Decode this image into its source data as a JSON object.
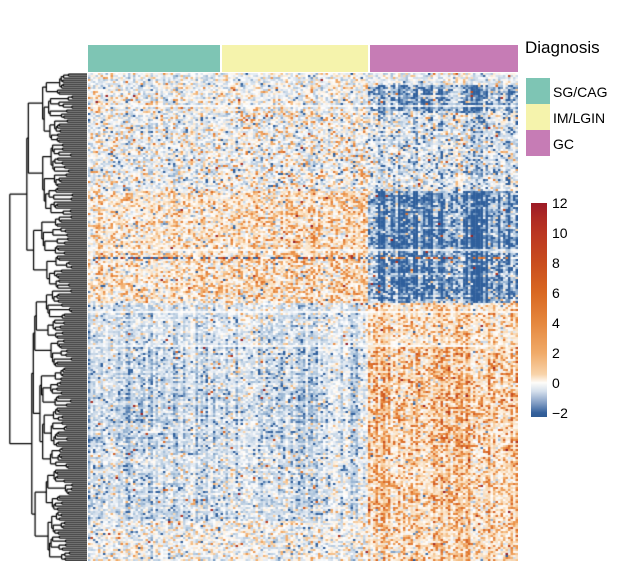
{
  "window": {
    "background": "#ffffff"
  },
  "legend": {
    "title": "Diagnosis",
    "items": [
      {
        "label": "SG/CAG",
        "color": "#7EC5B4"
      },
      {
        "label": "IM/LGIN",
        "color": "#F5F3AC"
      },
      {
        "label": "GC",
        "color": "#C67CB5"
      }
    ]
  },
  "colorbar": {
    "tick_labels": [
      "12",
      "10",
      "8",
      "6",
      "4",
      "2",
      "0",
      "−2"
    ],
    "tick_values": [
      12,
      10,
      8,
      6,
      4,
      2,
      0,
      -2
    ],
    "gradient_stops": [
      [
        0,
        "#9C1A27"
      ],
      [
        0.07,
        "#AE2A23"
      ],
      [
        0.14,
        "#BA3622"
      ],
      [
        0.28,
        "#C94D1E"
      ],
      [
        0.42,
        "#D96822"
      ],
      [
        0.56,
        "#E5873E"
      ],
      [
        0.7,
        "#F0AA68"
      ],
      [
        0.8,
        "#F8D3A9"
      ],
      [
        0.84,
        "#FEFCF9"
      ],
      [
        0.88,
        "#D4DFEC"
      ],
      [
        0.94,
        "#7A97C0"
      ],
      [
        0.98,
        "#35619C"
      ],
      [
        1,
        "#2F5B94"
      ]
    ]
  },
  "chart_data": {
    "type": "heatmap",
    "title": "",
    "legend_title": "Diagnosis",
    "value_range": [
      -2,
      12
    ],
    "zero_color": "#FFFFFF",
    "rows": 244,
    "cols": 172,
    "seed": 1337,
    "row_dendrogram": {
      "side": "left",
      "leaves": 244,
      "color": "#000000"
    },
    "col_groups": [
      {
        "name": "SG/CAG",
        "color": "#7EC5B4",
        "fc0": 0.0,
        "fc1": 0.31
      },
      {
        "name": "IM/LGIN",
        "color": "#F5F3AC",
        "fc0": 0.31,
        "fc1": 0.654
      },
      {
        "name": "GC",
        "color": "#C67CB5",
        "fc0": 0.654,
        "fc1": 1.0
      }
    ],
    "colormap": {
      "pos_max": 12,
      "neg_max": 3,
      "pos": [
        [
          0,
          "#FFFFFF"
        ],
        [
          0.08,
          "#FAE5CB"
        ],
        [
          0.22,
          "#F5BE85"
        ],
        [
          0.38,
          "#EC954C"
        ],
        [
          0.55,
          "#DE7029"
        ],
        [
          0.72,
          "#C84E1E"
        ],
        [
          0.88,
          "#AC3020"
        ],
        [
          1,
          "#8F1A25"
        ]
      ],
      "neg": [
        [
          0,
          "#FFFFFF"
        ],
        [
          0.18,
          "#DCE5EF"
        ],
        [
          0.45,
          "#A9C2DB"
        ],
        [
          0.75,
          "#5C84B4"
        ],
        [
          1,
          "#2F5F9C"
        ]
      ]
    },
    "zones": [
      {
        "r0": 0.0,
        "r1": 0.025,
        "g": [
          {
            "b": -0.3,
            "s": 1.1,
            "po": 0.15,
            "oa": 3.5,
            "pb": 0.02,
            "ba": 1.5
          },
          {
            "b": -0.25,
            "s": 1.1,
            "po": 0.16,
            "oa": 3.5,
            "pb": 0.02,
            "ba": 1.5
          },
          {
            "b": -0.3,
            "s": 1.1,
            "po": 0.12,
            "oa": 3.0,
            "pb": 0.03,
            "ba": 1.5
          }
        ]
      },
      {
        "r0": 0.025,
        "r1": 0.08,
        "g": [
          {
            "b": -0.2,
            "s": 1.3,
            "po": 0.15,
            "oa": 4.0,
            "pb": 0.04,
            "ba": 1.5
          },
          {
            "b": -0.15,
            "s": 1.3,
            "po": 0.16,
            "oa": 4.0,
            "pb": 0.04,
            "ba": 1.5
          },
          {
            "b": -1.3,
            "s": 1.6,
            "po": 0.05,
            "oa": 3.0,
            "pb": 0.22,
            "ba": 2.2
          }
        ]
      },
      {
        "r0": 0.08,
        "r1": 0.24,
        "g": [
          {
            "b": -0.3,
            "s": 1.25,
            "po": 0.14,
            "oa": 4.0,
            "pb": 0.05,
            "ba": 1.6
          },
          {
            "b": -0.25,
            "s": 1.3,
            "po": 0.17,
            "oa": 4.2,
            "pb": 0.05,
            "ba": 1.6
          },
          {
            "b": -0.55,
            "s": 1.3,
            "po": 0.09,
            "oa": 3.5,
            "pb": 0.12,
            "ba": 2.0
          }
        ]
      },
      {
        "r0": 0.24,
        "r1": 0.47,
        "g": [
          {
            "b": 0.35,
            "s": 1.4,
            "po": 0.28,
            "oa": 3.8,
            "pb": 0.03,
            "ba": 1.5
          },
          {
            "b": 0.45,
            "s": 1.45,
            "po": 0.31,
            "oa": 4.0,
            "pb": 0.03,
            "ba": 1.5
          },
          {
            "b": -1.9,
            "s": 1.4,
            "po": 0.05,
            "oa": 3.0,
            "pb": 0.25,
            "ba": 2.4
          }
        ]
      },
      {
        "r0": 0.47,
        "r1": 0.56,
        "g": [
          {
            "b": -0.55,
            "s": 0.95,
            "po": 0.08,
            "oa": 3.0,
            "pb": 0.05,
            "ba": 1.4
          },
          {
            "b": -0.5,
            "s": 0.95,
            "po": 0.09,
            "oa": 3.0,
            "pb": 0.05,
            "ba": 1.4
          },
          {
            "b": 0.55,
            "s": 1.2,
            "po": 0.26,
            "oa": 4.0,
            "pb": 0.03,
            "ba": 1.5
          }
        ]
      },
      {
        "r0": 0.56,
        "r1": 0.78,
        "g": [
          {
            "b": -0.75,
            "s": 0.9,
            "po": 0.05,
            "oa": 2.8,
            "pb": 0.07,
            "ba": 1.6
          },
          {
            "b": -0.65,
            "s": 0.9,
            "po": 0.06,
            "oa": 2.8,
            "pb": 0.07,
            "ba": 1.6
          },
          {
            "b": 0.9,
            "s": 1.3,
            "po": 0.34,
            "oa": 4.8,
            "pb": 0.02,
            "ba": 1.5
          }
        ]
      },
      {
        "r0": 0.78,
        "r1": 0.92,
        "g": [
          {
            "b": -0.55,
            "s": 1.05,
            "po": 0.07,
            "oa": 3.0,
            "pb": 0.06,
            "ba": 1.6
          },
          {
            "b": -0.5,
            "s": 1.05,
            "po": 0.08,
            "oa": 3.0,
            "pb": 0.06,
            "ba": 1.6
          },
          {
            "b": 0.75,
            "s": 1.3,
            "po": 0.3,
            "oa": 4.5,
            "pb": 0.03,
            "ba": 1.5
          }
        ]
      },
      {
        "r0": 0.92,
        "r1": 1.01,
        "g": [
          {
            "b": -0.2,
            "s": 1.2,
            "po": 0.15,
            "oa": 3.4,
            "pb": 0.04,
            "ba": 1.5
          },
          {
            "b": -0.15,
            "s": 1.2,
            "po": 0.16,
            "oa": 3.4,
            "pb": 0.04,
            "ba": 1.5
          },
          {
            "b": 0.65,
            "s": 1.3,
            "po": 0.28,
            "oa": 4.2,
            "pb": 0.04,
            "ba": 1.5
          }
        ]
      }
    ],
    "special_rows": {
      "extreme": [
        0.379
      ],
      "light": [
        0.065,
        0.36,
        0.486,
        0.557
      ]
    }
  }
}
